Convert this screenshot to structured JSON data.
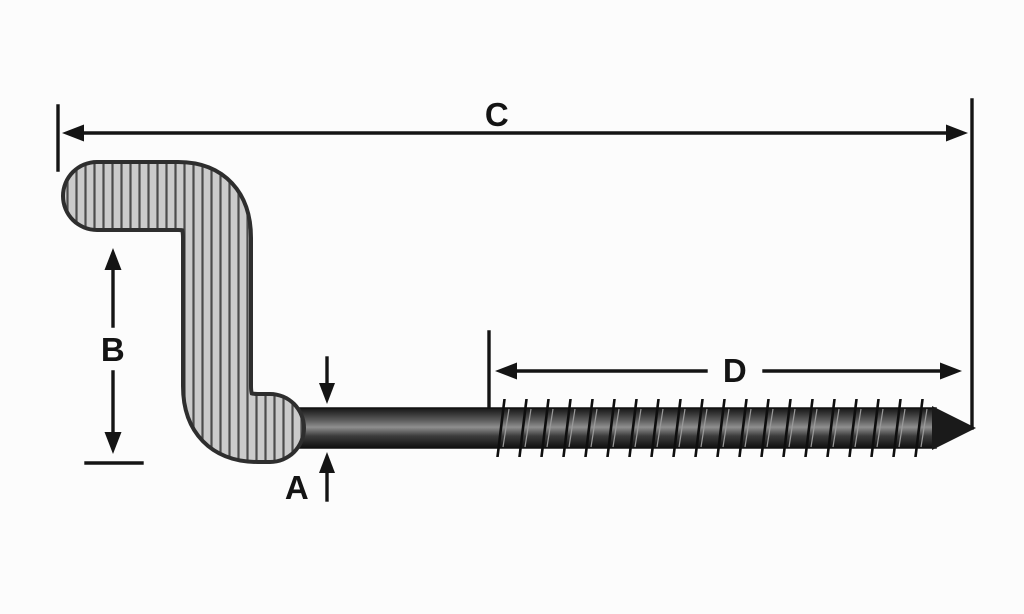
{
  "diagram": {
    "labels": {
      "overall_length": "C",
      "hook_height": "B",
      "shank_diameter": "A",
      "thread_length": "D"
    },
    "colors": {
      "line": "#141414",
      "hook_fill": "#cbcbcb",
      "hook_hatch": "#4c4c4c",
      "hook_outline": "#2e2e2e",
      "shank_dark": "#161616",
      "shank_mid": "#8f8f8f",
      "background": "#fcfcfc"
    }
  }
}
